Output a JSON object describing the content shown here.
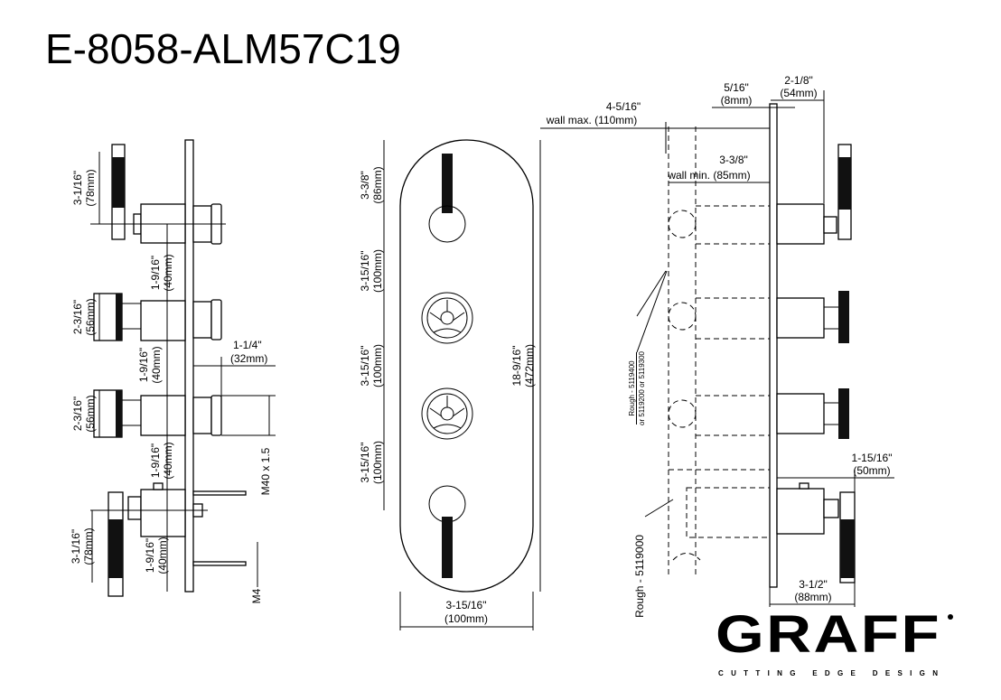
{
  "title": "E-8058-ALM57C19",
  "side_view_left": {
    "dims": [
      {
        "in": "3-1/16\"",
        "mm": "(78mm)"
      },
      {
        "in": "1-9/16\"",
        "mm": "(40mm)"
      },
      {
        "in": "2-3/16\"",
        "mm": "(56mm)"
      },
      {
        "in": "1-9/16\"",
        "mm": "(40mm)"
      },
      {
        "in": "2-3/16\"",
        "mm": "(56mm)"
      },
      {
        "in": "1-9/16\"",
        "mm": "(40mm)"
      },
      {
        "in": "3-1/16\"",
        "mm": "(78mm)"
      },
      {
        "in": "1-9/16\"",
        "mm": "(40mm)"
      }
    ],
    "knob_depth": {
      "in": "1-1/4\"",
      "mm": "(32mm)"
    },
    "thread": "M40 x 1.5",
    "screw": "M4"
  },
  "front_view": {
    "dims_left": [
      {
        "in": "3-3/8\"",
        "mm": "(86mm)"
      },
      {
        "in": "3-15/16\"",
        "mm": "(100mm)"
      },
      {
        "in": "3-15/16\"",
        "mm": "(100mm)"
      },
      {
        "in": "3-15/16\"",
        "mm": "(100mm)"
      }
    ],
    "height": {
      "in": "18-9/16\"",
      "mm": "(472mm)"
    },
    "width": {
      "in": "3-15/16\"",
      "mm": "(100mm)"
    }
  },
  "side_view_right": {
    "wall_max": {
      "in": "4-5/16\"",
      "label": "wall max. (110mm)"
    },
    "plate": {
      "in": "5/16\"",
      "mm": "(8mm)"
    },
    "handle_depth": {
      "in": "2-1/8\"",
      "mm": "(54mm)"
    },
    "wall_min": {
      "in": "3-3/8\"",
      "label": "wall min. (85mm)"
    },
    "lever_offset": {
      "in": "1-15/16\"",
      "mm": "(50mm)"
    },
    "total_depth": {
      "in": "3-1/2\"",
      "mm": "(88mm)"
    },
    "rough_valves": {
      "line1": "Rough - 5119400",
      "line2": "or 5119200 or 5119300"
    },
    "rough_diverter": "Rough - 5119000"
  },
  "logo": {
    "brand": "GRAFF",
    "tagline": "CUTTING EDGE DESIGN"
  }
}
